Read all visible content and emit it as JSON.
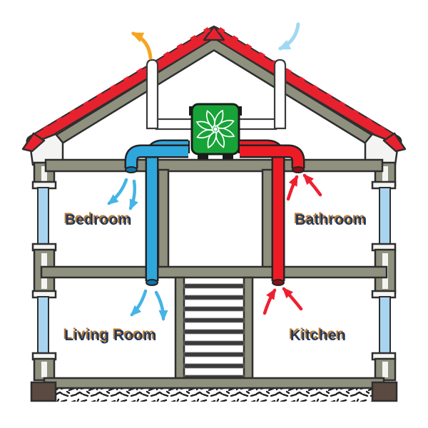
{
  "diagram": {
    "type": "house-ventilation-cross-section",
    "rooms": [
      {
        "id": "bedroom",
        "label": "Bedroom"
      },
      {
        "id": "bathroom",
        "label": "Bathroom"
      },
      {
        "id": "living_room",
        "label": "Living Room"
      },
      {
        "id": "kitchen",
        "label": "Kitchen"
      }
    ],
    "unit": {
      "icon": "fan-icon"
    },
    "airflows": [
      {
        "icon": "exhaust-arrow-icon",
        "meaning": "stale air out through left roof vent",
        "color_key": "exhaust_arrow"
      },
      {
        "icon": "intake-arrow-icon",
        "meaning": "fresh air in through right roof vent",
        "color_key": "intake_arrow"
      },
      {
        "icon": "supply-arrow-icon",
        "meaning": "supply air into bedroom and living room",
        "color_key": "supply_arrow"
      },
      {
        "icon": "extract-arrow-icon",
        "meaning": "extract air from bathroom and kitchen",
        "color_key": "extract_arrow"
      }
    ],
    "colors": {
      "roof_tile": "#e8212e",
      "structure": "#8f917e",
      "outline": "#2e2e2e",
      "trim_white": "#f4f4f2",
      "window_glass": "#a9d4ef",
      "unit_green": "#17a338",
      "fan_white": "#ffffff",
      "supply_pipe": "#2ea7dd",
      "extract_pipe": "#ed1c24",
      "supply_opening": "#1272a5",
      "extract_opening": "#8c0f16",
      "exhaust_arrow": "#f6a420",
      "intake_arrow": "#9fd8f3",
      "supply_arrow": "#45b4e6",
      "extract_arrow": "#ee2030",
      "footing_brown": "#5a4a41",
      "label_text": "#1f3a5e",
      "label_shadow": "#c07a2e"
    }
  }
}
